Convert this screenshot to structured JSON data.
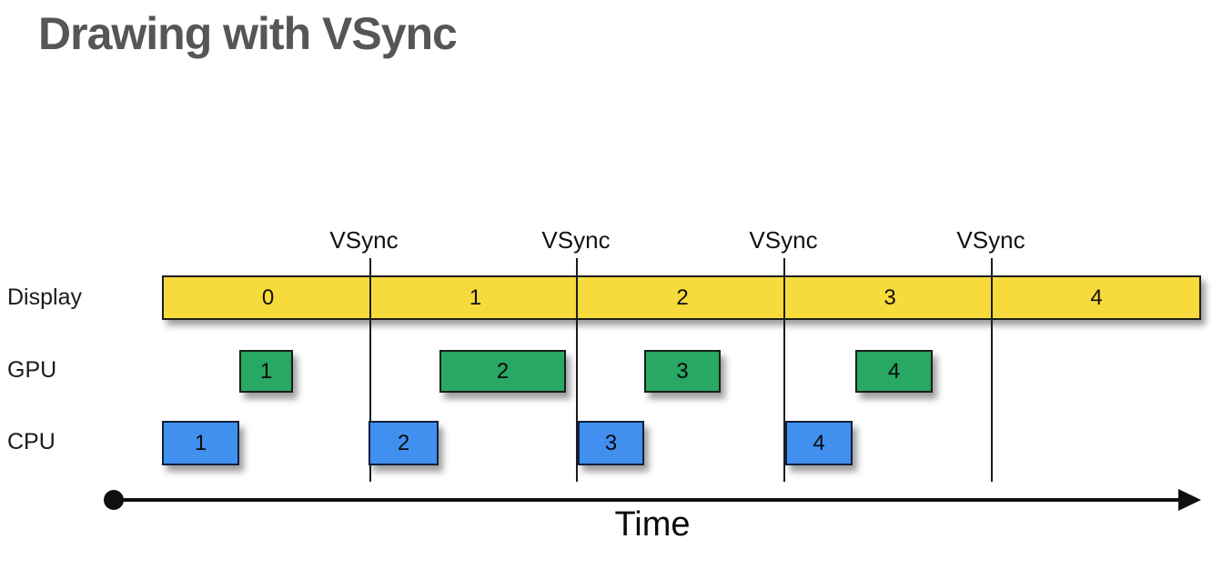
{
  "title": "Drawing with VSync",
  "colors": {
    "title_text": "#565657",
    "display_bar": "#f7da3c",
    "gpu_box": "#28a862",
    "cpu_box": "#4190f0",
    "line": "#1c1c1c"
  },
  "vsync": {
    "labels": [
      "VSync",
      "VSync",
      "VSync",
      "VSync"
    ]
  },
  "rows": {
    "display": {
      "label": "Display",
      "segments": [
        "0",
        "1",
        "2",
        "3",
        "4"
      ]
    },
    "gpu": {
      "label": "GPU",
      "blocks": [
        "1",
        "2",
        "3",
        "4"
      ]
    },
    "cpu": {
      "label": "CPU",
      "blocks": [
        "1",
        "2",
        "3",
        "4"
      ]
    }
  },
  "time_axis": {
    "label": "Time"
  }
}
